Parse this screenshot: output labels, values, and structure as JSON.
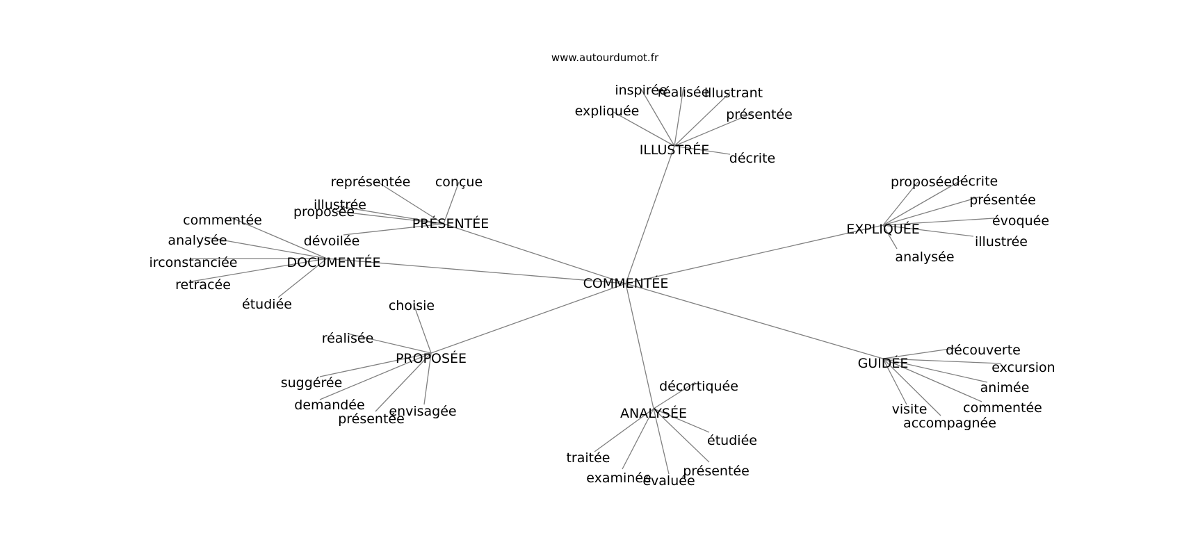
{
  "source": "www.autourdumot.fr",
  "colors": {
    "edge": "#808080",
    "text": "#000000",
    "background": "#ffffff"
  },
  "graph": {
    "center": "COMMENTÉE",
    "hubs": [
      {
        "label": "ILLUSTRÉE",
        "leaves": [
          "inspirée",
          "réalisée",
          "illustrant",
          "expliquée",
          "présentée",
          "décrite"
        ]
      },
      {
        "label": "PRÉSENTÉE",
        "leaves": [
          "représentée",
          "conçue",
          "illustrée",
          "proposée",
          "dévoilée"
        ]
      },
      {
        "label": "DOCUMENTÉE",
        "leaves": [
          "commentée",
          "analysée",
          "irconstanciée",
          "retracée",
          "étudiée"
        ]
      },
      {
        "label": "PROPOSÉE",
        "leaves": [
          "choisie",
          "réalisée",
          "suggérée",
          "demandée",
          "présentée",
          "envisagée"
        ]
      },
      {
        "label": "ANALYSÉE",
        "leaves": [
          "décortiquée",
          "étudiée",
          "présentée",
          "évaluée",
          "examinée",
          "traitée"
        ]
      },
      {
        "label": "GUIDÉE",
        "leaves": [
          "découverte",
          "excursion",
          "animée",
          "commentée",
          "accompagnée",
          "visite"
        ]
      },
      {
        "label": "EXPLIQUÉE",
        "leaves": [
          "proposée",
          "décrite",
          "présentée",
          "évoquée",
          "illustrée",
          "analysée"
        ]
      }
    ]
  }
}
